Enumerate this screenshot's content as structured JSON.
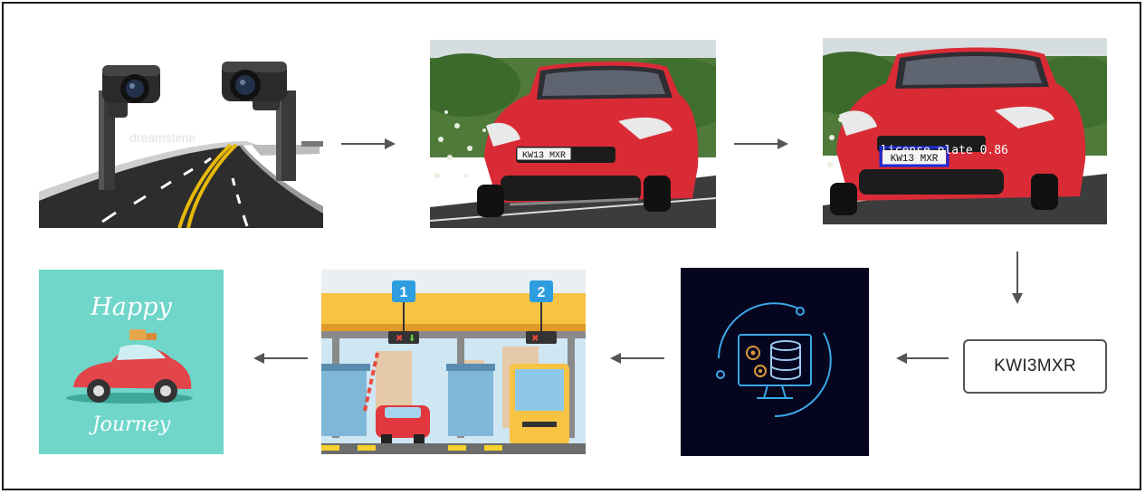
{
  "panels": {
    "plate_text": "KW13 MXR",
    "plate_text_detected": "KW13 MXR",
    "detection_label": "license-plate 0.86",
    "watermark": "dreamstime",
    "toll_lane_1": "1",
    "toll_lane_2": "2",
    "greeting_line1": "Happy",
    "greeting_line2": "Journey"
  },
  "result_box": {
    "text": "KWI3MXR"
  },
  "colors": {
    "frame": "#1b1b1b",
    "arrow": "#555555",
    "car_red": "#d92b35",
    "detection_box": "#1b2bd9",
    "db_background": "#05051f",
    "db_accent": "#3aa7e8",
    "journey_background": "#6fd6c9"
  },
  "icons": [
    "cctv-camera-icon",
    "database-gear-icon",
    "toll-booth-icon",
    "vintage-car-icon"
  ]
}
